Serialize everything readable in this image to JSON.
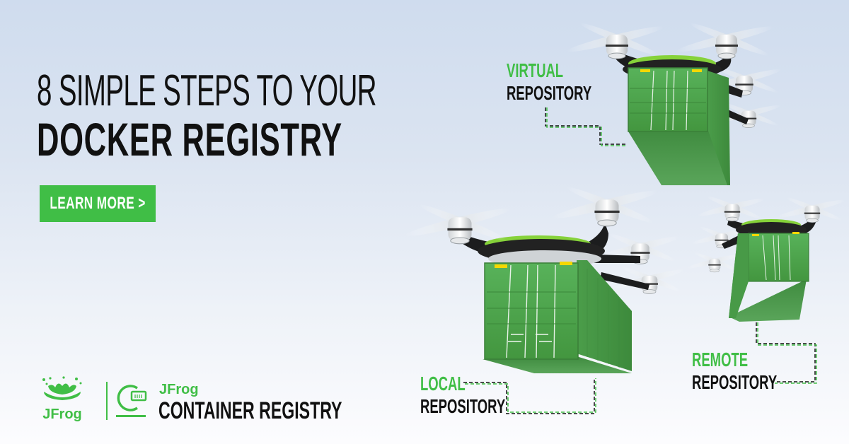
{
  "headline": {
    "line1": "8 SIMPLE STEPS TO YOUR",
    "line2": "DOCKER REGISTRY"
  },
  "cta": {
    "label": "LEARN MORE >"
  },
  "logos": {
    "jfrog_wordmark": "JFrog",
    "product_brand": "JFrog",
    "product_name": "CONTAINER REGISTRY"
  },
  "labels": {
    "virtual": {
      "accent": "VIRTUAL",
      "text": "REPOSITORY"
    },
    "local": {
      "accent": "LOCAL",
      "text": "REPOSITORY"
    },
    "remote": {
      "accent": "REMOTE",
      "text": "REPOSITORY"
    }
  },
  "colors": {
    "accent_green": "#40be46",
    "text_dark": "#111111",
    "container_green": "#4ea64f",
    "background_top": "#cfdcee",
    "background_bottom": "#fcfcfe"
  },
  "illustrations": {
    "drones": [
      "virtual-repository-drone",
      "local-repository-drone",
      "remote-repository-drone"
    ]
  }
}
